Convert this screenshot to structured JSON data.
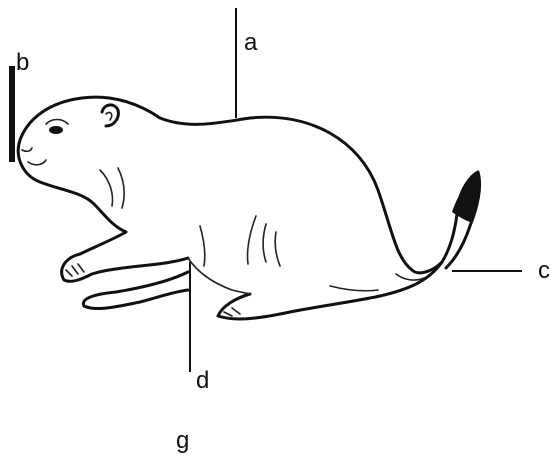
{
  "figure": {
    "labels": {
      "a": "a",
      "b": "b",
      "c": "c",
      "d": "d"
    },
    "caption": "g",
    "colors": {
      "ink": "#111111",
      "background": "#ffffff"
    },
    "icon": "prairie-dog-illustration"
  }
}
